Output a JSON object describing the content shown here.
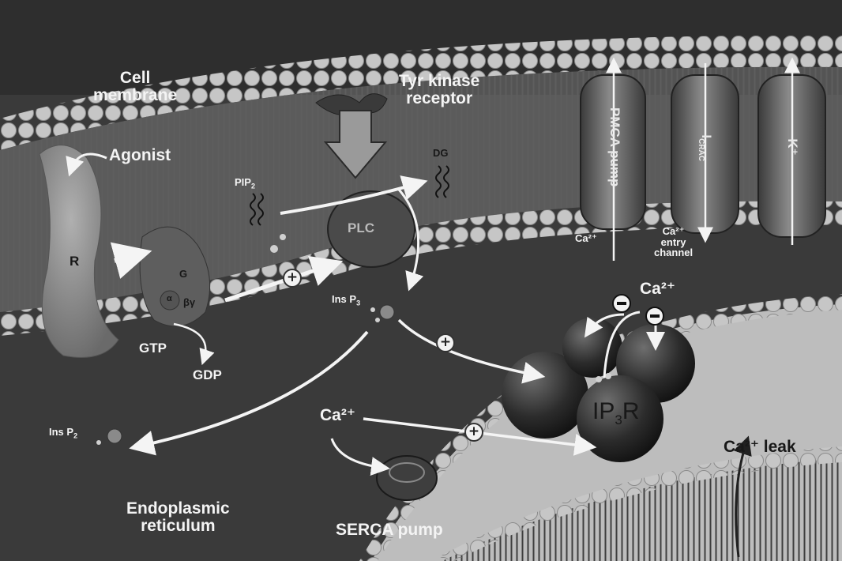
{
  "labels": {
    "cell_membrane": [
      "Cell",
      "membrane"
    ],
    "tyr_kinase": [
      "Tyr kinase",
      "receptor"
    ],
    "agonist": "Agonist",
    "r": "R",
    "g_alpha": "G",
    "alpha": "α",
    "beta_gamma": "βγ",
    "pip2": "PIP",
    "pip2_sub": "2",
    "dg": "DG",
    "plc": "PLC",
    "ins_p3": "Ins P",
    "ins_p3_sub": "3",
    "ins_p2": "Ins P",
    "ins_p2_sub": "2",
    "gtp": "GTP",
    "gdp": "GDP",
    "pmca_pump": "PMCA pump",
    "icrac": "I",
    "icrac_sub": "CRAC",
    "k_plus": "K⁺",
    "ca_pmca": "Ca²⁺",
    "ca_entry": [
      "Ca²⁺",
      "entry",
      "channel"
    ],
    "ca_cyto": "Ca²⁺",
    "ca_er": "Ca²⁺",
    "ip3r": "IP",
    "ip3r_sub": "3",
    "ip3r_end": "R",
    "ca_leak": "Ca²⁺ leak",
    "er": [
      "Endoplasmic",
      "reticulum"
    ],
    "serca": "SERCA pump"
  },
  "signs": {
    "plus": "+"
  },
  "colors": {
    "background": "#3a3a3a",
    "membrane": "#8c8c8c",
    "bead": "#c4c4c4",
    "er_lumen": "#bdbdbd",
    "protein_dark": "#4a4a4a",
    "arrow": "#f4f4f4"
  }
}
